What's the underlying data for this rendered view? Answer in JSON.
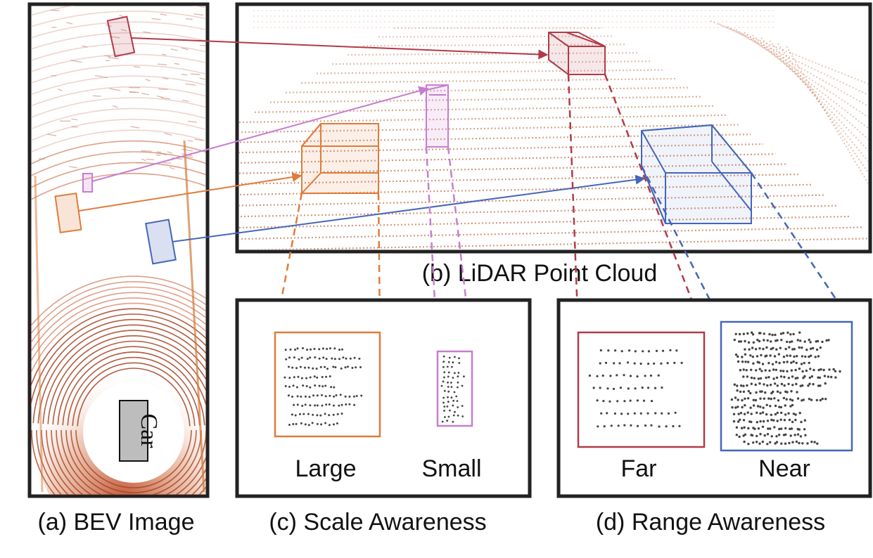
{
  "captions": {
    "bev": "(a) BEV Image",
    "lidar": "(b) LiDAR Point Cloud",
    "scale": "(c) Scale Awareness",
    "range": "(d) Range Awareness"
  },
  "labels": {
    "car": "Car",
    "large": "Large",
    "small": "Small",
    "far": "Far",
    "near": "Near"
  },
  "colors": {
    "far_red": "#b23a48",
    "small_purple": "#c77dcf",
    "large_orange": "#e07b3a",
    "near_blue": "#4466bb",
    "lidar_points": "#c0704a",
    "panel_border": "#222222"
  }
}
